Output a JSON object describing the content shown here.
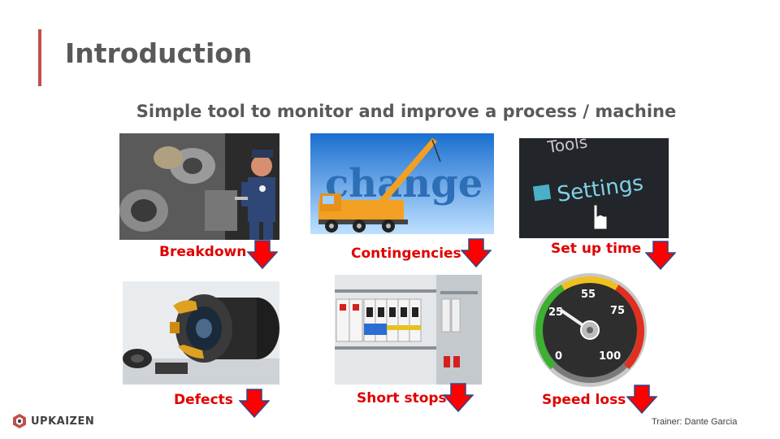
{
  "slide": {
    "title": "Introduction",
    "subtitle": "Simple tool to monitor and improve a process / machine"
  },
  "items": [
    {
      "label": "Breakdown"
    },
    {
      "label": "Contingencies"
    },
    {
      "label": "Set up time"
    },
    {
      "label": "Defects"
    },
    {
      "label": "Short stops"
    },
    {
      "label": "Speed loss"
    }
  ],
  "images": {
    "change_word": "change",
    "settings_tools": "Tools",
    "settings_text": "Settings",
    "gauge_ticks": [
      "0",
      "25",
      "55",
      "75",
      "100"
    ]
  },
  "footer": {
    "brand": "UPKAIZEN",
    "trainer": "Trainer: Dante Garcia"
  },
  "colors": {
    "accent": "#c0504d",
    "label_red": "#e00000",
    "title_gray": "#595959",
    "arrow_red": "#ff0000",
    "arrow_border": "#2e4a8a"
  }
}
